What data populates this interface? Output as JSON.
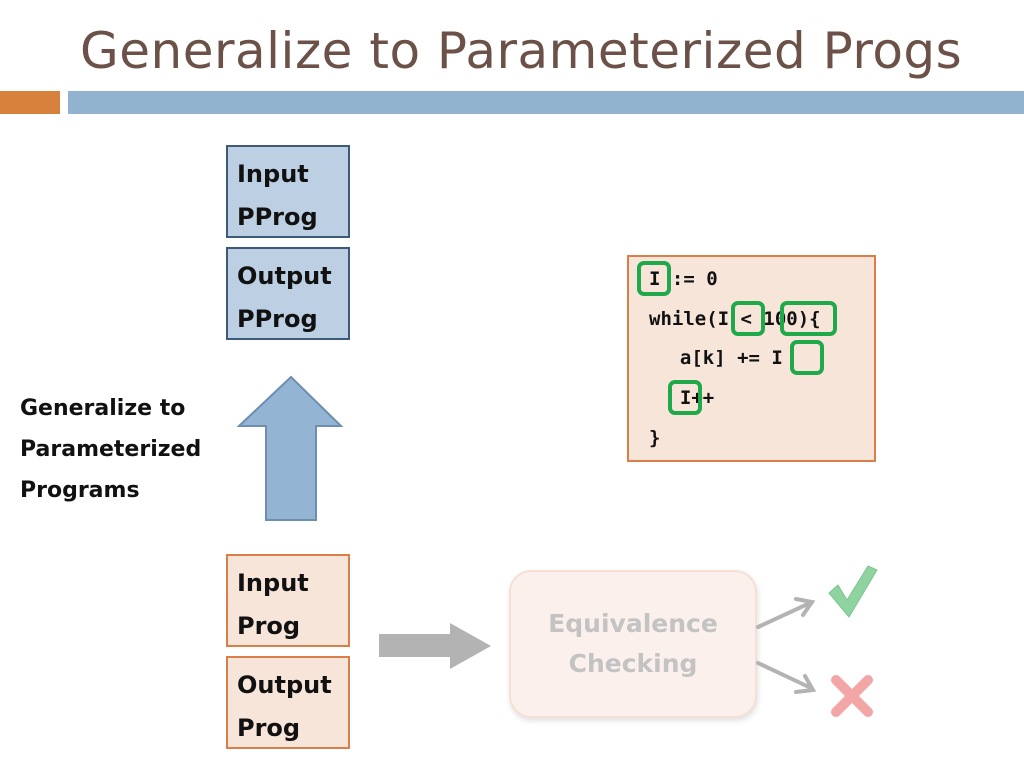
{
  "slide": {
    "title": "Generalize to Parameterized Progs",
    "side_label": "Generalize to Parameterized Programs",
    "boxes": {
      "input_pprog": [
        "Input",
        "PProg"
      ],
      "output_pprog": [
        "Output",
        "PProg"
      ],
      "input_prog": [
        "Input",
        "Prog"
      ],
      "output_prog": [
        "Output",
        "Prog"
      ]
    },
    "code": {
      "line1": "I := 0",
      "line2": "while(I < 100){",
      "line3": "  a[k] += I",
      "line4": "  I++",
      "line5": "}"
    },
    "equivalence": [
      "Equivalence",
      "Checking"
    ],
    "colors": {
      "title": "#6b5148",
      "accent_orange": "#d8813d",
      "accent_blue": "#91b3cf",
      "highlight_green": "#1fa94a",
      "check_green": "#8fd3a0",
      "cross_red": "#f2a6a6"
    },
    "icons": [
      "up-arrow-icon",
      "right-arrow-icon",
      "check-icon",
      "cross-icon"
    ]
  }
}
